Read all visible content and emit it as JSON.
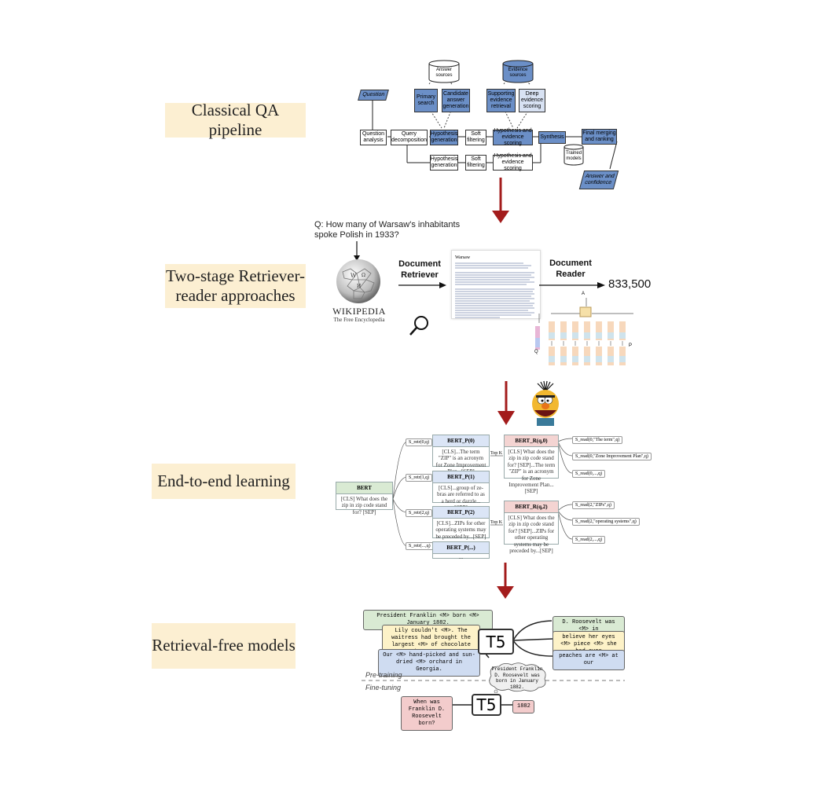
{
  "labels": {
    "classical": "Classical QA pipeline",
    "two_stage": "Two-stage Retriever-reader approaches",
    "end_to_end": "End-to-end learning",
    "retrieval_free": "Retrieval-free models"
  },
  "pipeline": {
    "answer_sources": "Answer sources",
    "evidence_sources": "Evidence sources",
    "question": "Question",
    "primary_search": "Primary search",
    "candidate_generation": "Candidate answer generation",
    "supporting_retrieval": "Supporting evidence retrieval",
    "deep_scoring": "Deep evidence scoring",
    "question_analysis": "Question analysis",
    "query_decomposition": "Query decomposition",
    "hypothesis_generation": "Hypothesis generation",
    "soft_filtering": "Soft filtering",
    "hypothesis_scoring": "Hypothesis and evidence scoring",
    "synthesis": "Synthesis",
    "final_merging": "Final merging and ranking",
    "trained_models": "Trained models",
    "answer_confidence": "Answer and confidence"
  },
  "retriever": {
    "question": "Q:  How many of Warsaw's inhabitants spoke Polish in 1933?",
    "wiki_title": "WIKIPEDIA",
    "wiki_subtitle": "The Free Encyclopedia",
    "doc_retriever": "Document Retriever",
    "doc_reader": "Document Reader",
    "answer": "833,500",
    "article_title": "Warsaw",
    "q_label": "Q",
    "p_label": "P",
    "a_label": "A"
  },
  "end2end": {
    "bert_q": "BERT",
    "bert_q_text": "[CLS] What does the zip in zip code stand for? [SEP]",
    "top_k_1": "Top K",
    "top_k_2": "Top K",
    "s_retr": [
      "S_retr(0,q)",
      "S_retr(1,q)",
      "S_retr(2,q)",
      "S_retr(...,q)"
    ],
    "bert_p": [
      {
        "head": "BERT_P(0)",
        "text": "[CLS]...The term \"ZIP\" is an acronym for Zone Improvement Plan...[SEP]"
      },
      {
        "head": "BERT_P(1)",
        "text": "[CLS]...group of ze- bras are referred to as a herd or dazzle...[SEP]"
      },
      {
        "head": "BERT_P(2)",
        "text": "[CLS]...ZIPs for other operating systems may be preceded by...[SEP]"
      },
      {
        "head": "BERT_P(...)",
        "text": "..."
      }
    ],
    "bert_r": [
      {
        "head": "BERT_R(q,0)",
        "text": "[CLS] What does the zip in zip code stand for? [SEP]...The term \"ZIP\" is an acronym for Zone Improvement Plan...[SEP]"
      },
      {
        "head": "BERT_R(q,2)",
        "text": "[CLS] What does the zip in zip code stand for? [SEP]...ZIPs for other operating systems may be preceded by...[SEP]"
      }
    ],
    "s_read_top": [
      "S_read(0,\"The term\",q)",
      "S_read(0,\"Zone Improvement Plan\",q)",
      "S_read(0,...,q)"
    ],
    "s_read_bottom": [
      "S_read(2,\"ZIPs\",q)",
      "S_read(2,\"operating systems\",q)",
      "S_read(2,...,q)"
    ]
  },
  "t5": {
    "inputs": [
      "President Franklin <M> born <M> January 1882.",
      "Lily couldn't <M>. The waitress had brought the largest <M> of chocolate cake <M> seen.",
      "Our <M> hand-picked and sun-dried <M> orchard in Georgia."
    ],
    "outputs": [
      "D. Roosevelt was <M> in",
      "believe her eyes <M> piece <M> she had ever",
      "peaches are <M> at our"
    ],
    "model": "T5",
    "model2": "T5",
    "pretraining": "Pre-training",
    "finetuning": "Fine-tuning",
    "cloud": "President Franklin D. Roosevelt was born in January 1882.",
    "ft_question": "When was Franklin D. Roosevelt born?",
    "ft_answer": "1882"
  }
}
